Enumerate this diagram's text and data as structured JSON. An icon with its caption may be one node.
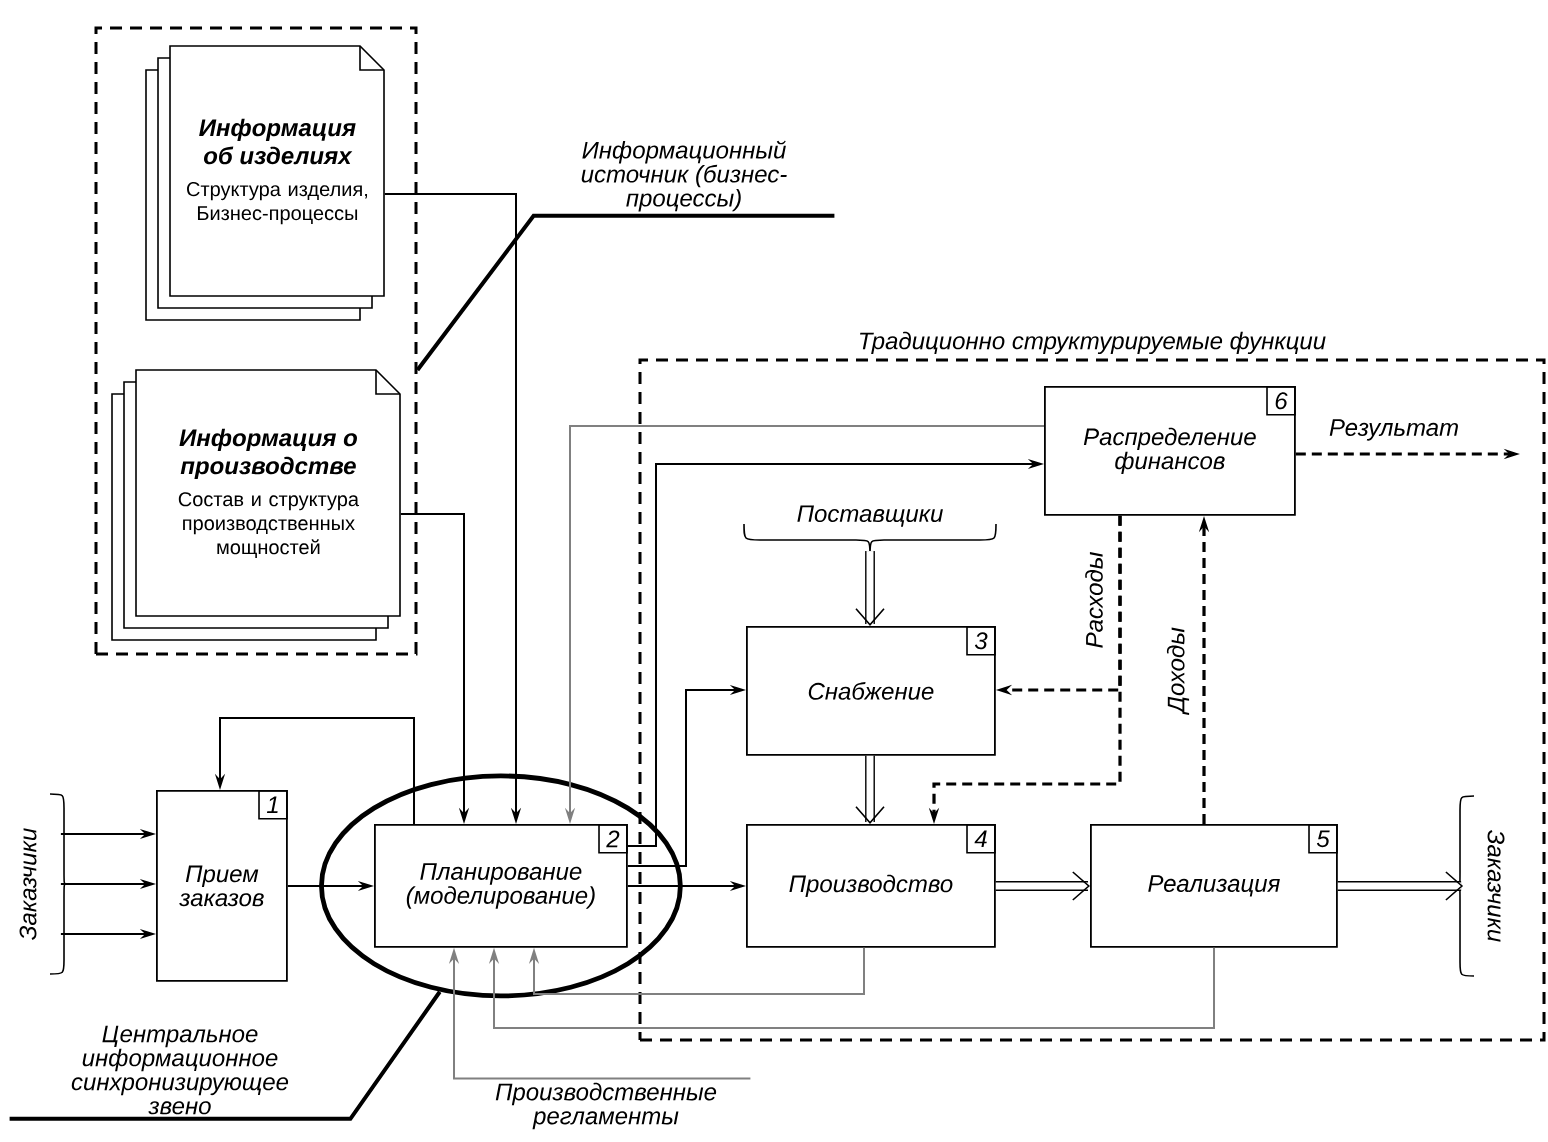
{
  "diagram": {
    "nodes": [
      {
        "text": [],
        "shape": "box"
      },
      {
        "text": [
          "Информация об изделиях",
          "Структура изделия, Бизнес-процессы"
        ],
        "in": 0
      },
      {
        "text": [
          "Информация о производстве",
          "Состав и структура производственных мощностей"
        ],
        "in": 0
      },
      {
        "text": [
          "Информационный источник (бизнес-процессы)"
        ]
      },
      {
        "text": [
          "Традиционно структурируемые функции"
        ]
      },
      {
        "text": [
          "Прием заказов",
          "1"
        ]
      },
      {
        "text": [],
        "shape": "ellipse"
      },
      {
        "text": [
          "Планирование (моделирование)",
          "2"
        ],
        "in": 6
      },
      {
        "text": [
          "Распределение финансов",
          "6"
        ],
        "in": 4
      },
      {
        "text": [
          "Снабжение",
          "3"
        ],
        "in": 4
      },
      {
        "text": [
          "Производство",
          "4"
        ],
        "in": 4
      },
      {
        "text": [
          "Реализация",
          "5"
        ],
        "in": 4
      },
      {
        "text": [
          "Поставщики"
        ],
        "in": 4
      },
      {
        "text": [
          "Заказчики"
        ]
      },
      {
        "text": [
          "Заказчики"
        ],
        "in": 4
      },
      {
        "text": [
          "Центральное информационное синхронизирующее звено"
        ]
      },
      {
        "text": [
          "Производственные регламенты"
        ]
      }
    ],
    "edges": [
      {
        "from": 13,
        "to": 5,
        "arrow": "to"
      },
      {
        "from": 13,
        "to": 5,
        "arrow": "to"
      },
      {
        "from": 13,
        "to": 5,
        "arrow": "to"
      },
      {
        "from": 5,
        "to": 7,
        "arrow": "to"
      },
      {
        "from": 7,
        "to": 5,
        "arrow": "to"
      },
      {
        "from": 1,
        "to": 7,
        "arrow": "to"
      },
      {
        "from": 2,
        "to": 7,
        "arrow": "to"
      },
      {
        "from": 3,
        "to": 0,
        "arrow": "none"
      },
      {
        "from": 8,
        "to": 7,
        "arrow": "to",
        "color": "#808080"
      },
      {
        "from": 7,
        "to": 8,
        "arrow": "to"
      },
      {
        "from": 7,
        "to": 9,
        "arrow": "to"
      },
      {
        "from": 7,
        "to": 10,
        "arrow": "to"
      },
      {
        "from": 12,
        "to": 9,
        "arrow": "to",
        "style": "thick"
      },
      {
        "from": 9,
        "to": 10,
        "arrow": "to",
        "style": "thick"
      },
      {
        "from": 10,
        "to": 11,
        "arrow": "to",
        "style": "thick"
      },
      {
        "from": 11,
        "to": 14,
        "arrow": "to",
        "style": "thick"
      },
      {
        "from": 8,
        "to": 9,
        "arrow": "to",
        "style": "dashed",
        "label": "Расходы"
      },
      {
        "from": 8,
        "to": 10,
        "arrow": "to",
        "style": "dashed"
      },
      {
        "from": 11,
        "to": 8,
        "arrow": "to",
        "style": "dashed",
        "label": "Доходы"
      },
      {
        "from": 8,
        "to": null,
        "arrow": "to",
        "style": "dashed",
        "label": "Результат"
      },
      {
        "from": 10,
        "to": 7,
        "arrow": "to",
        "color": "#808080"
      },
      {
        "from": 11,
        "to": 7,
        "arrow": "to",
        "color": "#808080"
      },
      {
        "from": 16,
        "to": 7,
        "arrow": "to",
        "color": "#808080"
      },
      {
        "from": 15,
        "to": 6,
        "arrow": "none"
      }
    ]
  }
}
